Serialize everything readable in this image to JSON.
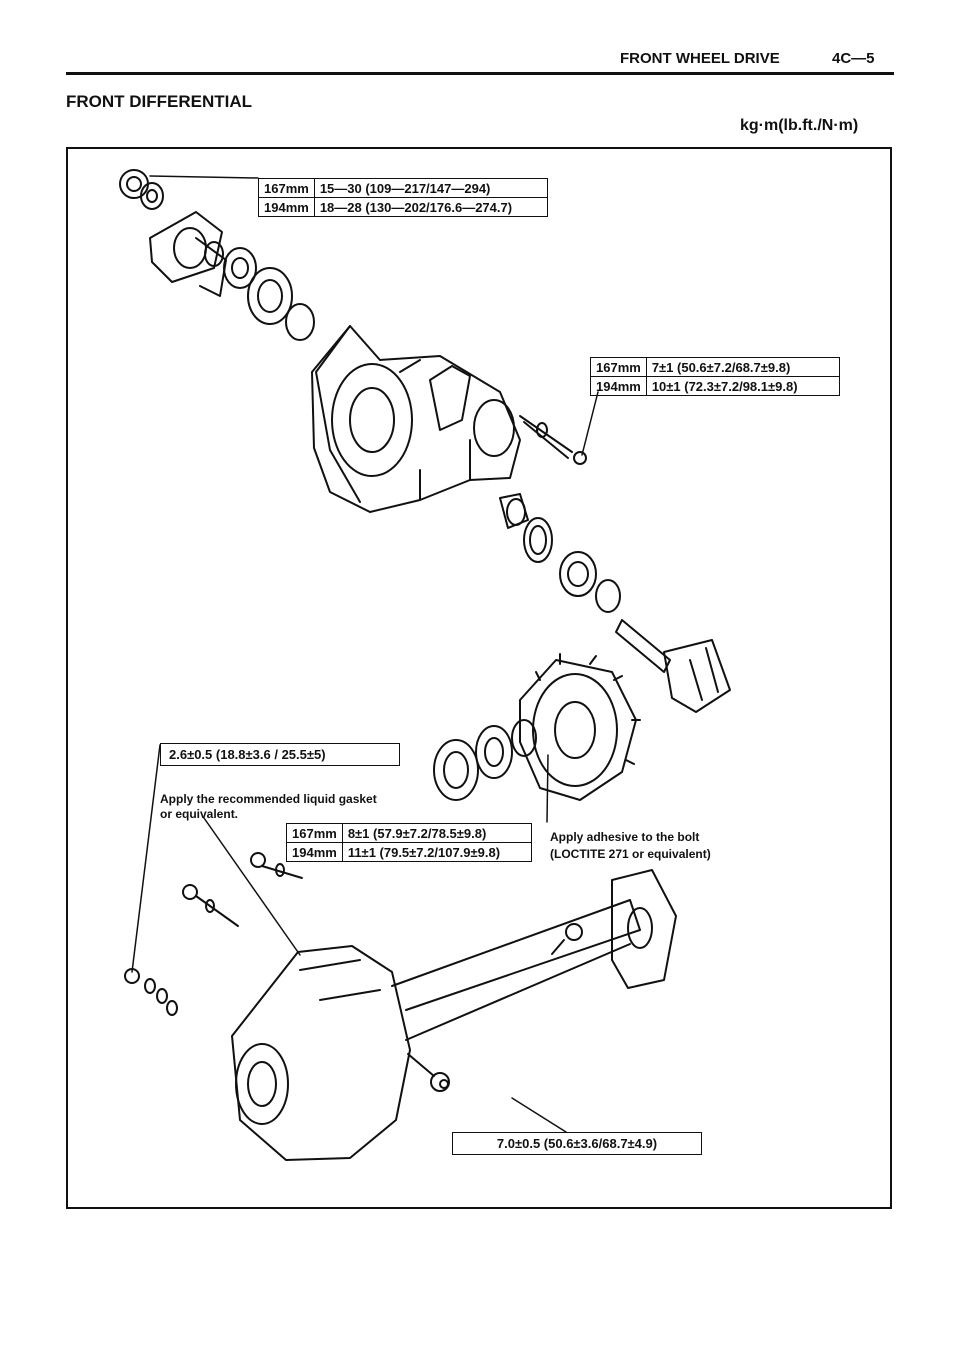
{
  "header": {
    "section_title": "FRONT WHEEL DRIVE",
    "page_number": "4C—5"
  },
  "page_title": "FRONT DIFFERENTIAL",
  "units": "kg·m(lb.ft./N·m)",
  "torque_tables": {
    "flange_nut": {
      "rows": [
        {
          "size": "167mm",
          "spec": "15—30 (109—217/147—294)"
        },
        {
          "size": "194mm",
          "spec": "18—28 (130—202/176.6—274.7)"
        }
      ]
    },
    "housing_bolt": {
      "rows": [
        {
          "size": "167mm",
          "spec": "7±1 (50.6±7.2/68.7±9.8)"
        },
        {
          "size": "194mm",
          "spec": "10±1 (72.3±7.2/98.1±9.8)"
        }
      ]
    },
    "ring_gear_bolt": {
      "rows": [
        {
          "size": "167mm",
          "spec": "8±1 (57.9±7.2/78.5±9.8)"
        },
        {
          "size": "194mm",
          "spec": "11±1 (79.5±7.2/107.9±9.8)"
        }
      ]
    }
  },
  "callouts": {
    "cover_bolt_torque": "2.6±0.5 (18.8±3.6 / 25.5±5)",
    "liquid_gasket_note_line1": "Apply the recommended liquid gasket",
    "liquid_gasket_note_line2": "or equivalent.",
    "adhesive_note_line1": "Apply adhesive to the bolt",
    "adhesive_note_line2": "(LOCTITE 271 or equivalent)",
    "drain_plug_torque": "7.0±0.5 (50.6±3.6/68.7±4.9)"
  },
  "colors": {
    "ink": "#111111",
    "paper": "#ffffff"
  }
}
